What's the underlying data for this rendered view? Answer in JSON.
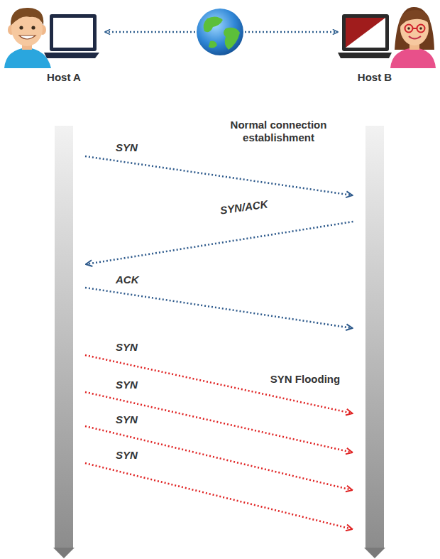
{
  "diagram": {
    "nodes": [
      {
        "text": [
          "Host A"
        ]
      },
      {
        "text": [
          "Host B"
        ]
      }
    ],
    "edges": [
      {
        "from": 0,
        "to": 1,
        "arrow": "to",
        "label": "SYN"
      },
      {
        "from": 1,
        "to": 0,
        "arrow": "to",
        "label": "SYN/ACK"
      },
      {
        "from": 0,
        "to": 1,
        "arrow": "to",
        "label": "ACK"
      },
      {
        "from": 0,
        "to": 1,
        "arrow": "to",
        "label": "SYN"
      },
      {
        "from": 0,
        "to": 1,
        "arrow": "to",
        "label": "SYN"
      },
      {
        "from": 0,
        "to": 1,
        "arrow": "to",
        "label": "SYN"
      },
      {
        "from": 0,
        "to": 1,
        "arrow": "to",
        "label": "SYN"
      }
    ],
    "labels": [
      "Normal connection establishment",
      "SYN Flooding"
    ]
  }
}
